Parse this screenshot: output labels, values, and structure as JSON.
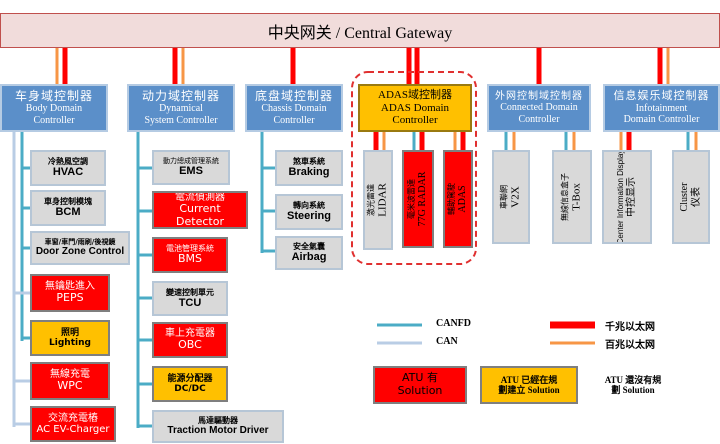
{
  "gateway": {
    "title": "中央网关 / Central Gateway"
  },
  "domains": {
    "body": {
      "cn": "车身域控制器",
      "en1": "Body Domain",
      "en2": "Controller",
      "items": [
        {
          "cn": "冷熱風空調",
          "en": "HVAC"
        },
        {
          "cn": "車身控制模塊",
          "en": "BCM"
        },
        {
          "cn": "車窗/車門/雨刷/後視鏡",
          "en": "Door Zone Control"
        },
        {
          "cn": "無鑰匙進入",
          "en": "PEPS"
        },
        {
          "cn": "照明",
          "en": "Lighting"
        },
        {
          "cn": "無線充電",
          "en": "WPC"
        },
        {
          "cn": "交流充電樁",
          "en": "AC EV-Charger"
        }
      ]
    },
    "dynamical": {
      "cn": "动力域控制器",
      "en1": "Dynamical",
      "en2": "System Controller",
      "items": [
        {
          "cn": "動力總成管理系統",
          "en": "EMS"
        },
        {
          "cn": "電流偵測器",
          "en": "Current Detector"
        },
        {
          "cn": "電池管理系統",
          "en": "BMS"
        },
        {
          "cn": "變速控制單元",
          "en": "TCU"
        },
        {
          "cn": "車上充電器",
          "en": "OBC"
        },
        {
          "cn": "能源分配器",
          "en": "DC/DC"
        },
        {
          "cn": "馬達驅動器",
          "en": "Traction Motor Driver"
        }
      ]
    },
    "chassis": {
      "cn": "底盘域控制器",
      "en1": "Chassis Domain",
      "en2": "Controller",
      "items": [
        {
          "cn": "煞車系統",
          "en": "Braking"
        },
        {
          "cn": "轉向系統",
          "en": "Steering"
        },
        {
          "cn": "安全氣囊",
          "en": "Airbag"
        }
      ]
    },
    "adas": {
      "cn": "ADAS域控制器",
      "en1": "ADAS Domain",
      "en2": "Controller",
      "items": [
        {
          "cn": "激光雷達",
          "en": "LIDAR"
        },
        {
          "cn": "毫米波雷達",
          "en": "77G RADAR"
        },
        {
          "cn": "輔助駕駛",
          "en": "ADAS"
        }
      ]
    },
    "connected": {
      "cn": "外网控制域控制器",
      "en1": "Connected Domain",
      "en2": "Controller",
      "items": [
        {
          "cn": "車聯網",
          "en": "V2X"
        },
        {
          "cn": "無線信息盒子",
          "en": "T-Box"
        }
      ]
    },
    "infotainment": {
      "cn": "信息娱乐域控制器",
      "en1": "Infotainment",
      "en2": "Domain Controller",
      "items": [
        {
          "cn": "Center Information Display",
          "en": "中控显示"
        },
        {
          "cn": "Cluster",
          "en": "仪表"
        }
      ]
    }
  },
  "legend": {
    "canfd": "CANFD",
    "can": "CAN",
    "gigabit": "千兆以太网",
    "hundred_mbps": "百兆以太网"
  },
  "notes": {
    "atu_solution": {
      "line1": "ATU 有",
      "line2": "Solution"
    },
    "atu_building": {
      "line1": "ATU 已經在規",
      "line2": "劃建立 Solution"
    },
    "atu_none": {
      "line1": "ATU 還沒有規",
      "line2": "劃 Solution"
    }
  },
  "colors": {
    "canfd": "#4bacc6",
    "can": "#b9cde5",
    "gigabit": "#ff0000",
    "hundred_mbps": "#f79646",
    "header": "#5b8fc9",
    "gray_node": "#d9d9d9",
    "red_node": "#ff0000",
    "yellow_node": "#ffc000",
    "gateway": "#f1dcdb"
  }
}
